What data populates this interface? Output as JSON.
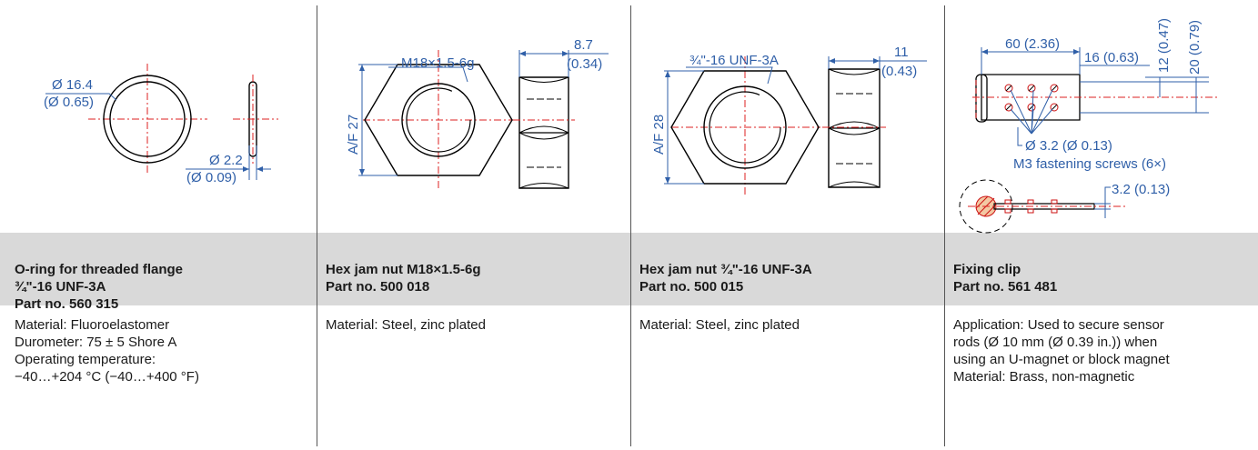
{
  "columns": [
    {
      "header": [
        "O-ring for threaded flange",
        "¾\"-16 UNF-3A",
        "Part no. 560 315"
      ],
      "description": [
        "Material: Fluoroelastomer",
        "Durometer: 75 ± 5 Shore A",
        "Operating temperature:",
        "−40…+204 °C (−40…+400 °F)"
      ],
      "dims": {
        "d1": "Ø 16.4",
        "d1b": "(Ø 0.65)",
        "d2": "Ø 2.2",
        "d2b": "(Ø 0.09)"
      }
    },
    {
      "header": [
        "Hex jam nut M18×1.5-6g",
        "Part no. 500 018"
      ],
      "description": [
        "Material: Steel, zinc plated"
      ],
      "dims": {
        "thread": "M18×1.5-6g",
        "af": "A/F 27",
        "w": "8.7",
        "wb": "(0.34)"
      }
    },
    {
      "header": [
        "Hex jam nut ¾\"-16 UNF-3A",
        "Part no. 500 015"
      ],
      "description": [
        "Material: Steel, zinc plated"
      ],
      "dims": {
        "thread": "¾\"-16 UNF-3A",
        "af": "A/F 28",
        "w": "11",
        "wb": "(0.43)"
      }
    },
    {
      "header": [
        "Fixing clip",
        "Part no. 561 481"
      ],
      "description": [
        "Application: Used to secure sensor",
        "rods (Ø 10 mm (Ø 0.39 in.)) when",
        "using an U-magnet or block magnet",
        "Material: Brass, non-magnetic"
      ],
      "dims": {
        "len": "60 (2.36)",
        "len2": "16 (0.63)",
        "h1": "12 (0.47)",
        "h2": "20 (0.79)",
        "hole": "Ø 3.2 (Ø 0.13)",
        "screws": "M3 fastening screws (6×)",
        "thick": "3.2 (0.13)"
      }
    }
  ]
}
